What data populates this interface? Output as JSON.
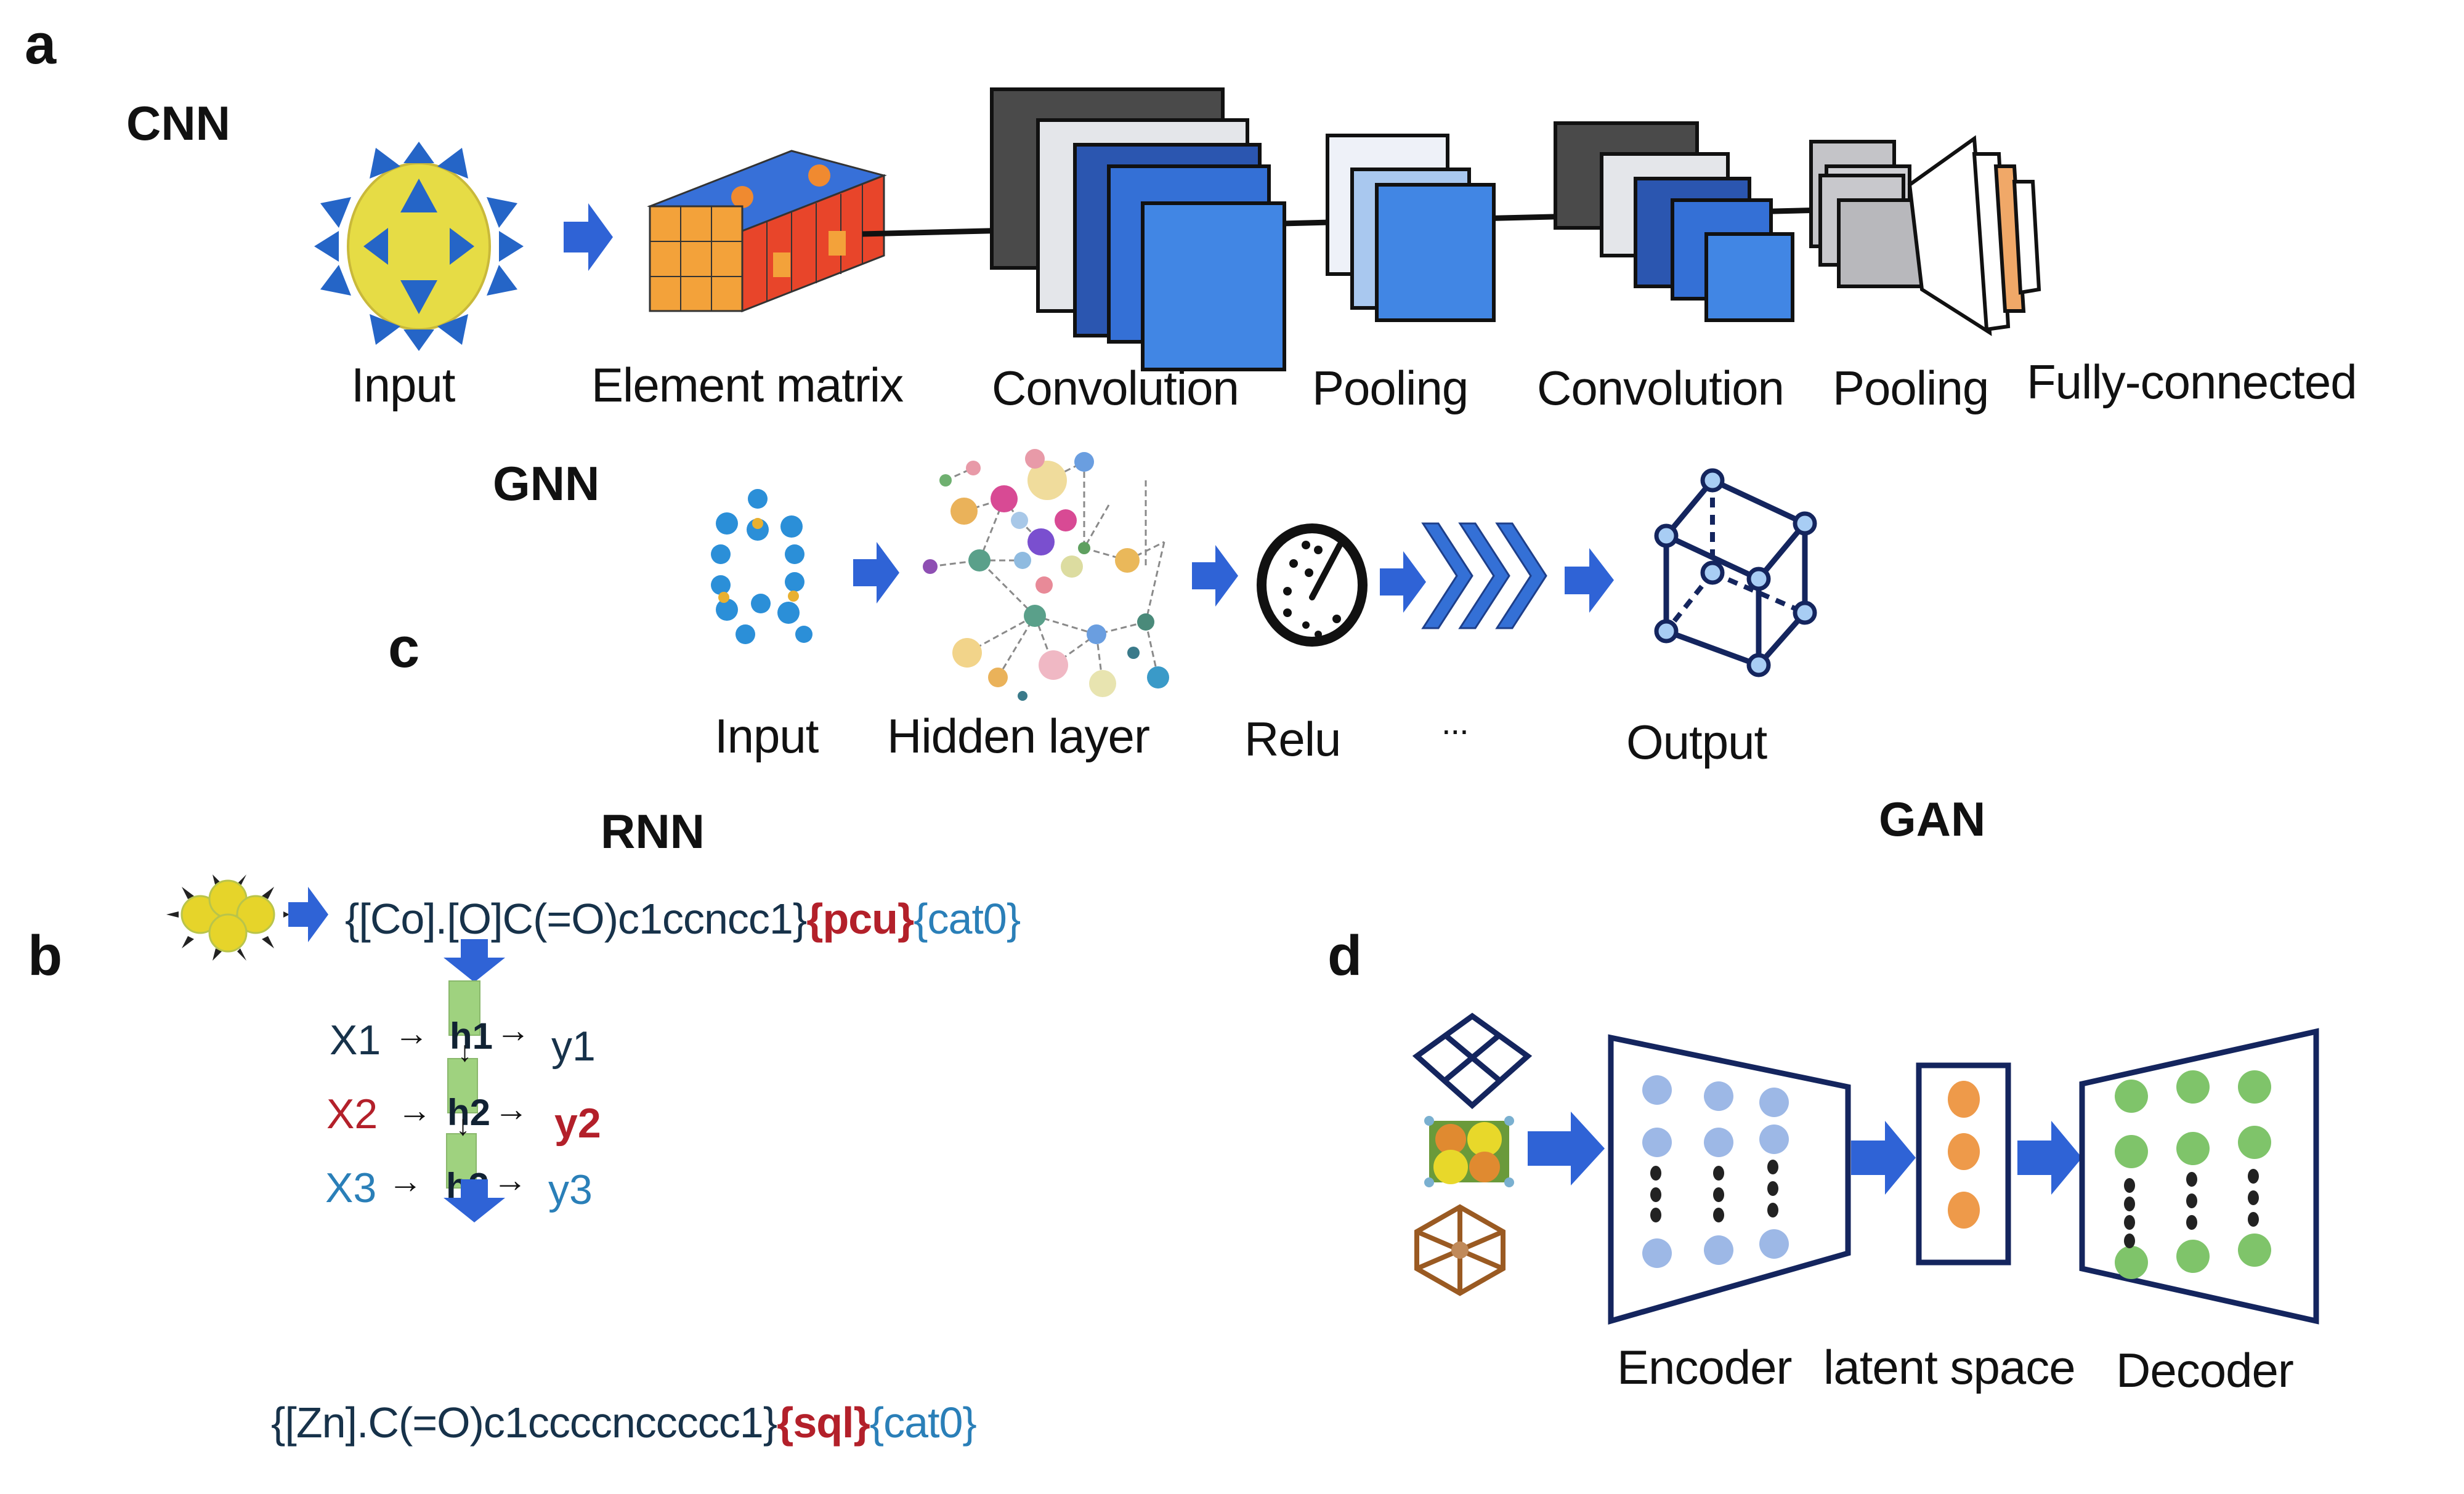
{
  "panels": {
    "a": {
      "letter": "a",
      "title": "CNN",
      "stages": [
        "Input",
        "Element matrix",
        "Convolution",
        "Pooling",
        "Convolution",
        "Pooling",
        "Fully-connected"
      ]
    },
    "gnn": {
      "title": "GNN",
      "stages": [
        "Input",
        "Hidden layer",
        "Relu",
        "...",
        "Output"
      ]
    },
    "c": {
      "letter": "c"
    },
    "b": {
      "letter": "b",
      "title": "RNN",
      "input_smiles": {
        "main": "{[Co].[O]C(=O)c1ccncc1}",
        "topology": "{pcu}",
        "category": "{cat0}"
      },
      "steps": [
        {
          "x": "X1",
          "h": "h1",
          "y": "y1",
          "color": "#17324a"
        },
        {
          "x": "X2",
          "h": "h2",
          "y": "y2",
          "color": "#b3202a"
        },
        {
          "x": "X3",
          "h": "h3",
          "y": "y3",
          "color": "#2a7fb8"
        }
      ],
      "output_smiles": {
        "main": "{[Zn].C(=O)c1ccccnccccc1}",
        "topology": "{sql}",
        "category": "{cat0}"
      }
    },
    "d": {
      "letter": "d",
      "title": "GAN",
      "stages": [
        "Encoder",
        "latent space",
        "Decoder"
      ]
    }
  },
  "colors": {
    "arrow_blue": "#2f63d6",
    "conv_dark": "#4a4a4a",
    "conv_light": "#e4e6ea",
    "conv_blue_dark": "#2b56b0",
    "conv_blue": "#3f7fe0",
    "topology_red": "#b3202a",
    "category_teal": "#2a7fb8",
    "rnn_cell_green": "#9fd27f",
    "encoder_node": "#9db8e6",
    "latent_node": "#ee9a4a",
    "decoder_node": "#7fc46a",
    "frame_navy": "#14255e",
    "fc_orange": "#f0a868"
  }
}
